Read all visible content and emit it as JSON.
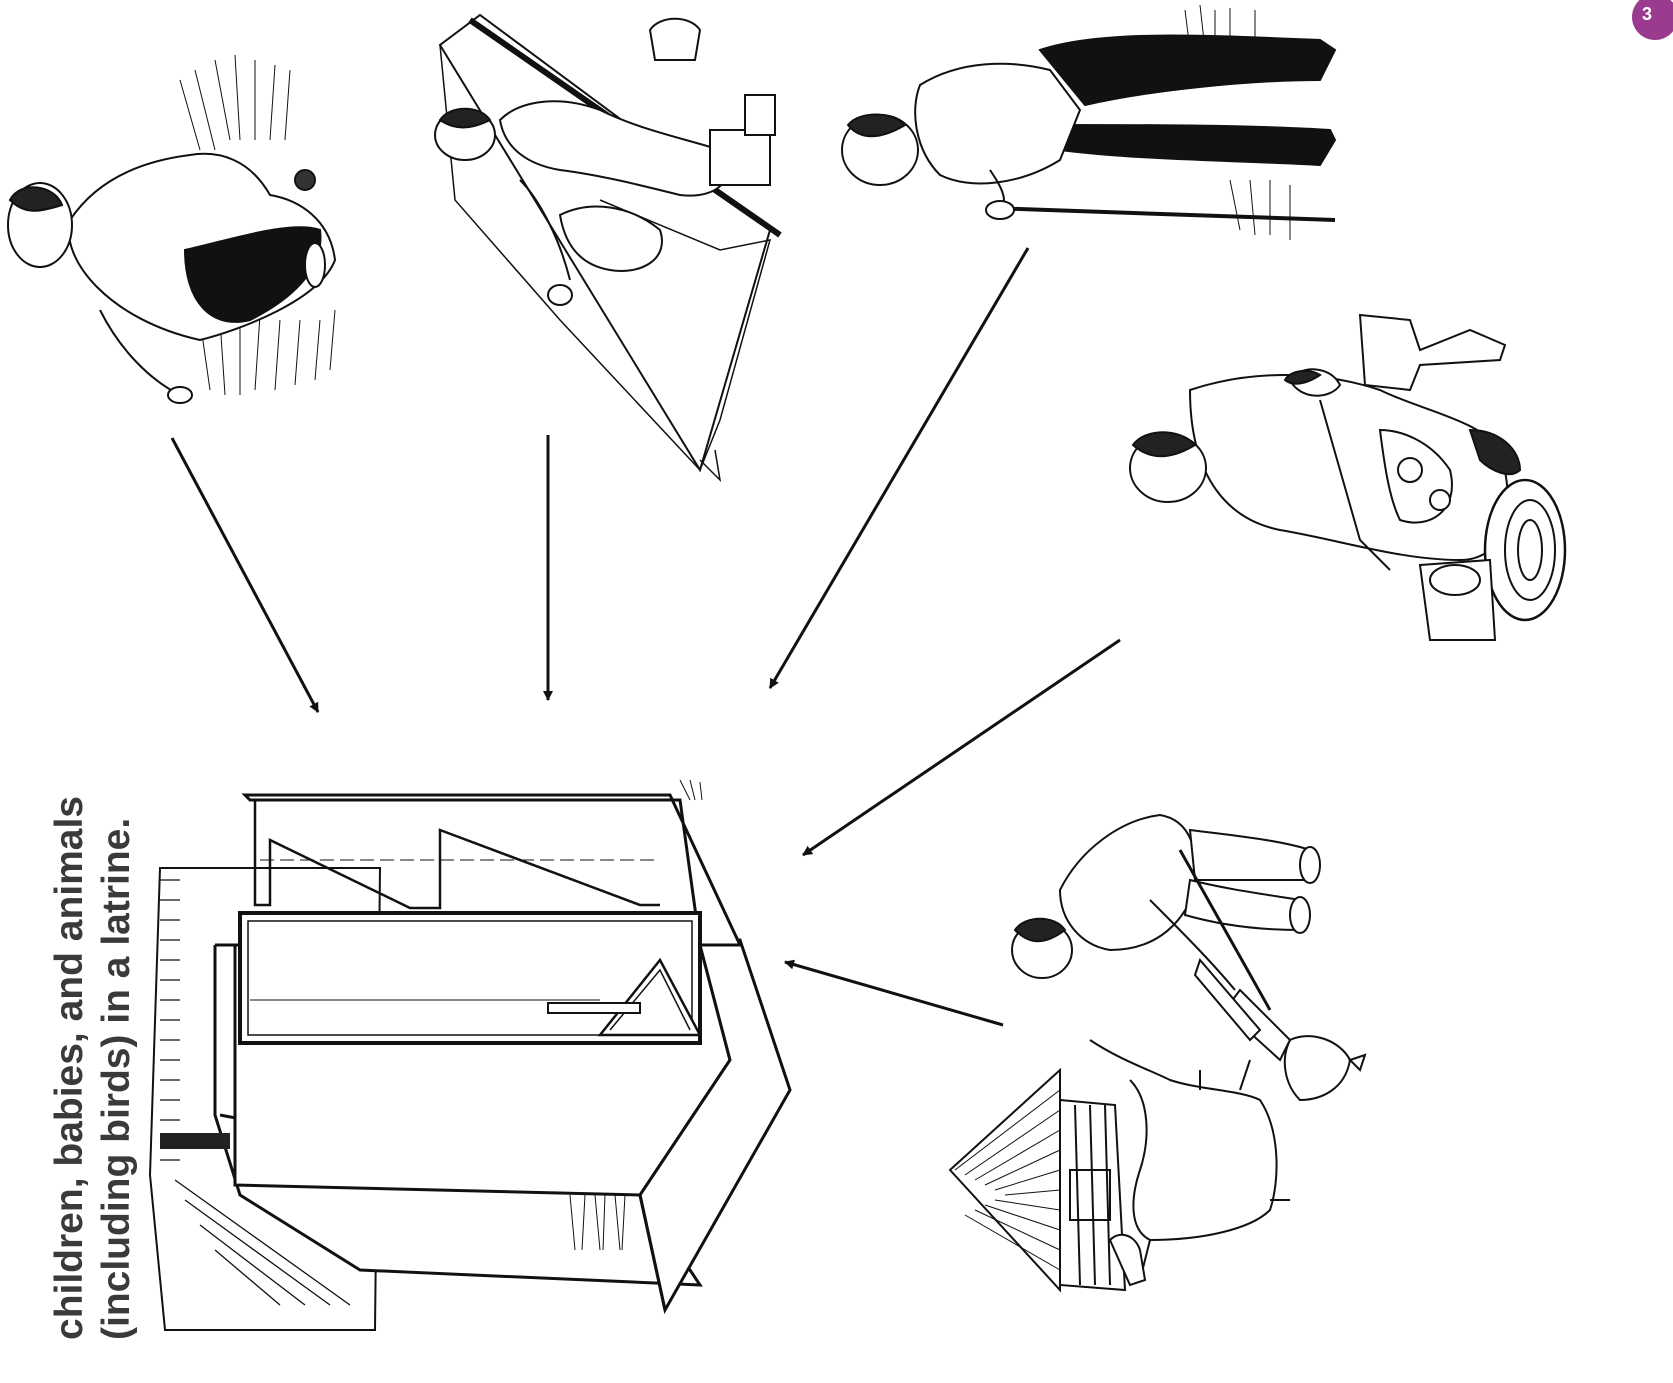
{
  "caption": {
    "line1": "children, babies, and animals",
    "line2": "(including birds) in a latrine."
  },
  "page_badge": {
    "number": "3",
    "color": "#9b3b8f"
  },
  "illustrations": [
    {
      "name": "person-squatting-in-grass",
      "icon": "squatting-person-icon"
    },
    {
      "name": "woman-changing-baby-on-mat",
      "icon": "baby-changing-icon"
    },
    {
      "name": "man-with-stick-in-grass",
      "icon": "standing-man-icon"
    },
    {
      "name": "mother-with-child-at-basin",
      "icon": "mother-child-icon"
    },
    {
      "name": "man-sweeping-goat-chicken-granary",
      "icon": "sweeping-man-animals-icon"
    },
    {
      "name": "latrine-hut",
      "icon": "latrine-icon"
    }
  ]
}
